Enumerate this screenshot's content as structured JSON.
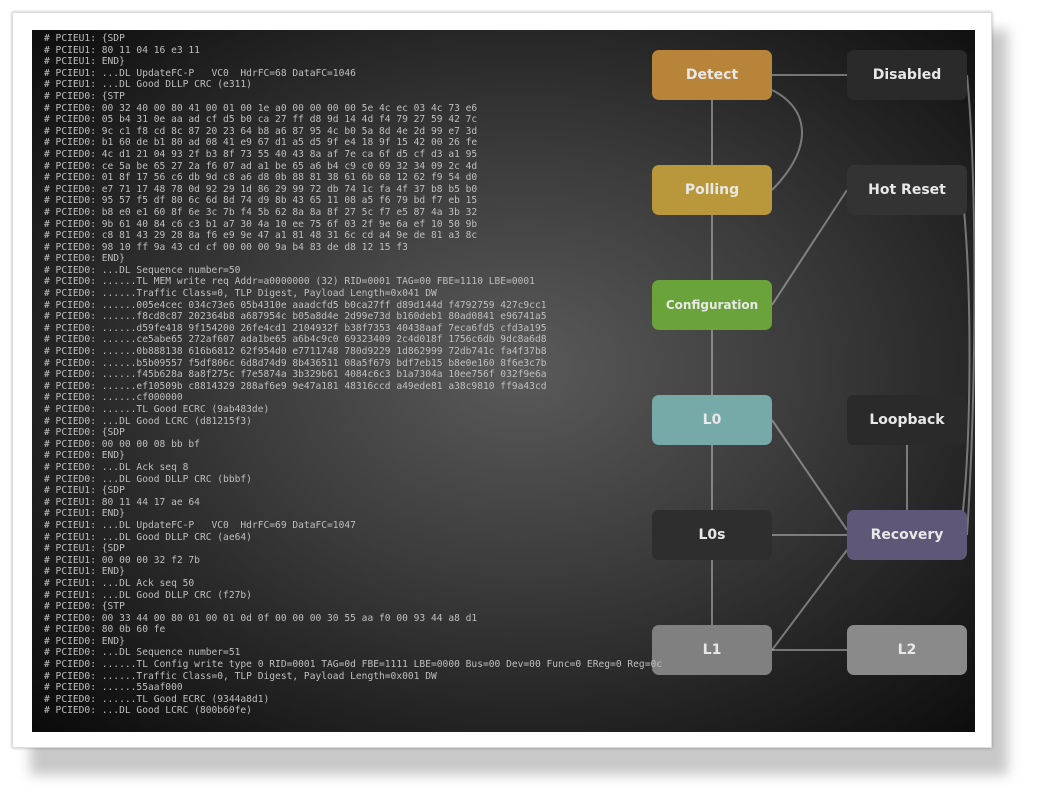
{
  "diagram": {
    "nodes": [
      {
        "id": "detect",
        "label": "Detect",
        "color": "#b8843a"
      },
      {
        "id": "polling",
        "label": "Polling",
        "color": "#b8983a"
      },
      {
        "id": "configuration",
        "label": "Configuration",
        "color": "#6aa33a"
      },
      {
        "id": "l0",
        "label": "L0",
        "color": "#76aaa8"
      },
      {
        "id": "l0s",
        "label": "L0s",
        "color": "#2e2e2e"
      },
      {
        "id": "recovery",
        "label": "Recovery",
        "color": "#5e5778"
      },
      {
        "id": "loopback",
        "label": "Loopback",
        "color": "#2a2a2a"
      },
      {
        "id": "hotreset",
        "label": "Hot Reset",
        "color": "#333333"
      },
      {
        "id": "disabled",
        "label": "Disabled",
        "color": "#2a2a2a"
      },
      {
        "id": "l1",
        "label": "L1",
        "color": "#808080"
      },
      {
        "id": "l2",
        "label": "L2",
        "color": "#8a8a8a"
      }
    ]
  },
  "log": [
    "# PCIEU1: {SDP",
    "# PCIEU1: 80 11 04 16 e3 11",
    "# PCIEU1: END}",
    "# PCIEU1: ...DL UpdateFC-P   VC0  HdrFC=68 DataFC=1046",
    "# PCIEU1: ...DL Good DLLP CRC (e311)",
    "# PCIED0: {STP",
    "# PCIED0: 00 32 40 00 80 41 00 01 00 1e a0 00 00 00 00 5e 4c ec 03 4c 73 e6",
    "# PCIED0: 05 b4 31 0e aa ad cf d5 b0 ca 27 ff d8 9d 14 4d f4 79 27 59 42 7c",
    "# PCIED0: 9c c1 f8 cd 8c 87 20 23 64 b8 a6 87 95 4c b0 5a 8d 4e 2d 99 e7 3d",
    "# PCIED0: b1 60 de b1 80 ad 08 41 e9 67 d1 a5 d5 9f e4 18 9f 15 42 00 26 fe",
    "# PCIED0: 4c d1 21 04 93 2f b3 8f 73 55 40 43 8a af 7e ca 6f d5 cf d3 a1 95",
    "# PCIED0: ce 5a be 65 27 2a f6 07 ad a1 be 65 a6 b4 c9 c0 69 32 34 09 2c 4d",
    "# PCIED0: 01 8f 17 56 c6 db 9d c8 a6 d8 0b 88 81 38 61 6b 68 12 62 f9 54 d0",
    "# PCIED0: e7 71 17 48 78 0d 92 29 1d 86 29 99 72 db 74 1c fa 4f 37 b8 b5 b0",
    "# PCIED0: 95 57 f5 df 80 6c 6d 8d 74 d9 8b 43 65 11 08 a5 f6 79 bd f7 eb 15",
    "# PCIED0: b8 e0 e1 60 8f 6e 3c 7b f4 5b 62 8a 8a 8f 27 5c f7 e5 87 4a 3b 32",
    "# PCIED0: 9b 61 40 84 c6 c3 b1 a7 30 4a 10 ee 75 6f 03 2f 9e 6a ef 10 50 9b",
    "# PCIED0: c8 81 43 29 28 8a f6 e9 9e 47 a1 81 48 31 6c cd a4 9e de 81 a3 8c",
    "# PCIED0: 98 10 ff 9a 43 cd cf 00 00 00 9a b4 83 de d8 12 15 f3",
    "# PCIED0: END}",
    "# PCIED0: ...DL Sequence number=50",
    "# PCIED0: ......TL MEM write req Addr=a0000000 (32) RID=0001 TAG=00 FBE=1110 LBE=0001",
    "# PCIED0: ......Traffic Class=0, TLP Digest, Payload Length=0x041 DW",
    "# PCIED0: ......005e4cec 034c73e6 05b4310e aaadcfd5 b0ca27ff d89d144d f4792759 427c9cc1",
    "# PCIED0: ......f8cd8c87 202364b8 a687954c b05a8d4e 2d99e73d b160deb1 80ad0841 e96741a5",
    "# PCIED0: ......d59fe418 9f154200 26fe4cd1 2104932f b38f7353 40438aaf 7eca6fd5 cfd3a195",
    "# PCIED0: ......ce5abe65 272af607 ada1be65 a6b4c9c0 69323409 2c4d018f 1756c6db 9dc8a6d8",
    "# PCIED0: ......0b888138 616b6812 62f954d0 e7711748 780d9229 1d862999 72db741c fa4f37b8",
    "# PCIED0: ......b5b09557 f5df806c 6d8d74d9 8b436511 08a5f679 bdf7eb15 b8e0e160 8f6e3c7b",
    "# PCIED0: ......f45b628a 8a8f275c f7e5874a 3b329b61 4084c6c3 b1a7304a 10ee756f 032f9e6a",
    "# PCIED0: ......ef10509b c8814329 288af6e9 9e47a181 48316ccd a49ede81 a38c9810 ff9a43cd",
    "# PCIED0: ......cf000000",
    "# PCIED0: ......TL Good ECRC (9ab483de)",
    "# PCIED0: ...DL Good LCRC (d81215f3)",
    "# PCIED0: {SDP",
    "# PCIED0: 00 00 00 08 bb bf",
    "# PCIED0: END}",
    "# PCIED0: ...DL Ack seq 8",
    "# PCIED0: ...DL Good DLLP CRC (bbbf)",
    "# PCIEU1: {SDP",
    "# PCIEU1: 80 11 44 17 ae 64",
    "# PCIEU1: END}",
    "# PCIEU1: ...DL UpdateFC-P   VC0  HdrFC=69 DataFC=1047",
    "# PCIEU1: ...DL Good DLLP CRC (ae64)",
    "# PCIEU1: {SDP",
    "# PCIEU1: 00 00 00 32 f2 7b",
    "# PCIEU1: END}",
    "# PCIEU1: ...DL Ack seq 50",
    "# PCIEU1: ...DL Good DLLP CRC (f27b)",
    "# PCIED0: {STP",
    "# PCIED0: 00 33 44 00 80 01 00 01 0d 0f 00 00 00 30 55 aa f0 00 93 44 a8 d1",
    "# PCIED0: 80 0b 60 fe",
    "# PCIED0: END}",
    "# PCIED0: ...DL Sequence number=51",
    "# PCIED0: ......TL Config write type 0 RID=0001 TAG=0d FBE=1111 LBE=0000 Bus=00 Dev=00 Func=0 EReg=0 Reg=0c",
    "# PCIED0: ......Traffic Class=0, TLP Digest, Payload Length=0x001 DW",
    "# PCIED0: ......55aaf000",
    "# PCIED0: ......TL Good ECRC (9344a8d1)",
    "# PCIED0: ...DL Good LCRC (800b60fe)"
  ]
}
